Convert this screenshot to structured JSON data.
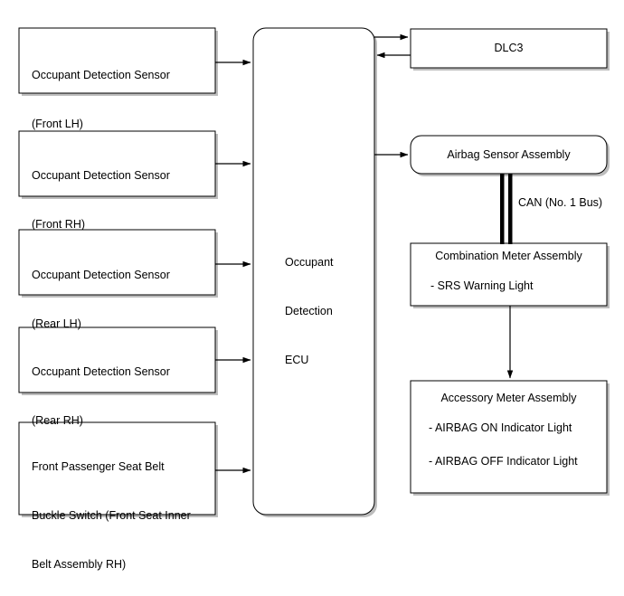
{
  "diagram": {
    "title": "Occupant Detection System Block Diagram",
    "type": "block-diagram",
    "background_color": "#ffffff",
    "line_color": "#000000",
    "shadow_color": "#bdbdbd"
  },
  "inputs": [
    {
      "id": "occupant-detection-sensor-front-lh",
      "line1": "Occupant Detection Sensor",
      "line2": "(Front LH)"
    },
    {
      "id": "occupant-detection-sensor-front-rh",
      "line1": "Occupant Detection Sensor",
      "line2": "(Front RH)"
    },
    {
      "id": "occupant-detection-sensor-rear-lh",
      "line1": "Occupant Detection Sensor",
      "line2": "(Rear LH)"
    },
    {
      "id": "occupant-detection-sensor-rear-rh",
      "line1": "Occupant Detection Sensor",
      "line2": "(Rear RH)"
    },
    {
      "id": "front-passenger-seat-belt-buckle-switch",
      "line1": "Front Passenger Seat Belt",
      "line2": "Buckle Switch (Front Seat Inner",
      "line3": "Belt Assembly RH)"
    }
  ],
  "ecu": {
    "line1": "Occupant",
    "line2": "Detection",
    "line3": "ECU"
  },
  "outputs": {
    "dlc3": {
      "label": "DLC3"
    },
    "airbag_sensor_assembly": {
      "label": "Airbag Sensor Assembly"
    },
    "combination_meter_assembly": {
      "title": "Combination Meter Assembly",
      "items": [
        "- SRS Warning Light"
      ]
    },
    "accessory_meter_assembly": {
      "title": "Accessory Meter Assembly",
      "items": [
        "- AIRBAG ON Indicator Light",
        "- AIRBAG OFF Indicator Light"
      ]
    }
  },
  "bus": {
    "can_label": "CAN (No. 1 Bus)"
  }
}
